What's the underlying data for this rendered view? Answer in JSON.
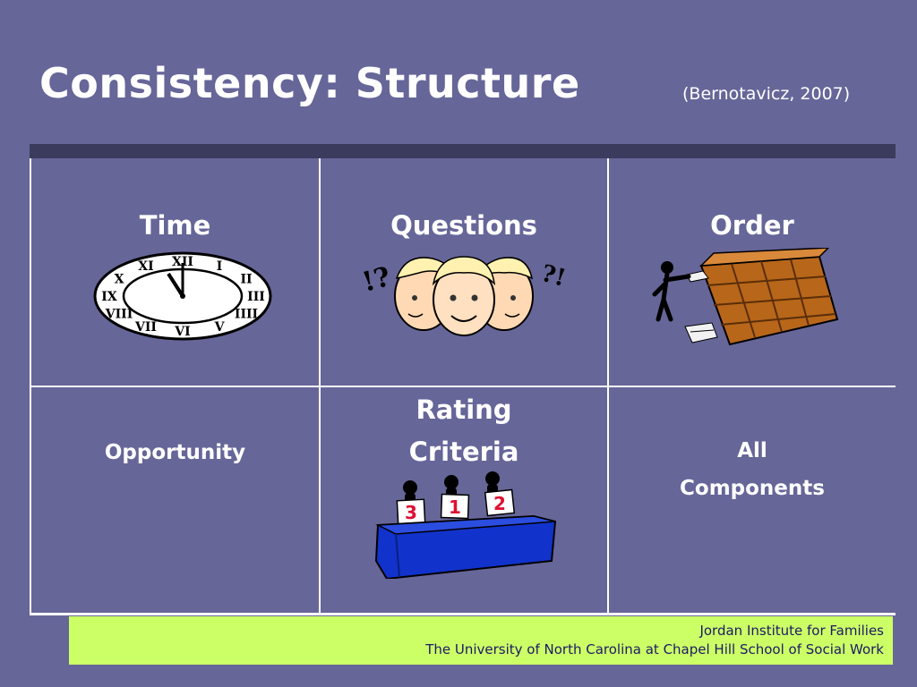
{
  "slide": {
    "title": "Consistency:  Structure",
    "citation": "(Bernotavicz, 2007)"
  },
  "table": {
    "cells": [
      {
        "label": "Time",
        "icon": "clock-icon"
      },
      {
        "label": "Questions",
        "icon": "puzzled-faces-icon"
      },
      {
        "label": "Order",
        "icon": "filing-cabinet-icon"
      },
      {
        "label": "Opportunity"
      },
      {
        "label_line1": "Rating",
        "label_line2": "Criteria",
        "icon": "judges-panel-icon"
      },
      {
        "label_line1": "All",
        "label_line2": "Components"
      }
    ],
    "judge_scores": [
      "3",
      "1",
      "2"
    ],
    "clock_numerals": [
      "XII",
      "I",
      "II",
      "III",
      "IIII",
      "V",
      "VI",
      "VII",
      "VIII",
      "IX",
      "X",
      "XI"
    ]
  },
  "footer": {
    "line1": "Jordan Institute for Families",
    "line2": "The University of North Carolina at Chapel Hill School of Social Work"
  },
  "colors": {
    "background": "#666699",
    "title_bar": "#3b3b5e",
    "footer_bg": "#ccff66",
    "footer_text": "#1a1a66",
    "table_blue": "#1133cc",
    "cabinet_brown": "#b8661a"
  }
}
